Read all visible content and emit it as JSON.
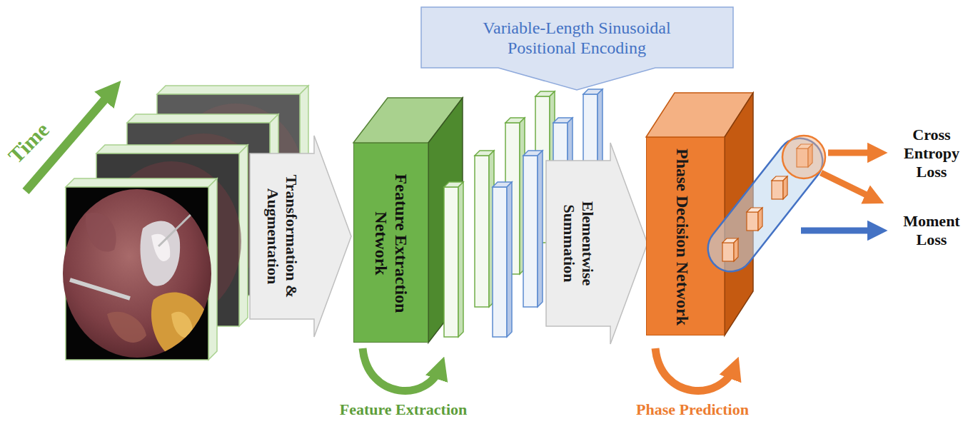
{
  "diagram": {
    "nodes": [
      {
        "text": [
          "Transformation & Augmentation"
        ]
      },
      {
        "text": [
          "Feature Extraction Network"
        ]
      },
      {
        "text": [
          "Variable-Length Sinusoidal Positional Encoding"
        ]
      },
      {
        "text": [
          "Elementwise Summation"
        ]
      },
      {
        "text": [
          "Phase Decision Network"
        ]
      }
    ],
    "labels": [
      "Time",
      "Cross Entropy Loss",
      "Moment Loss",
      "Feature Extraction",
      "Phase Prediction"
    ]
  }
}
